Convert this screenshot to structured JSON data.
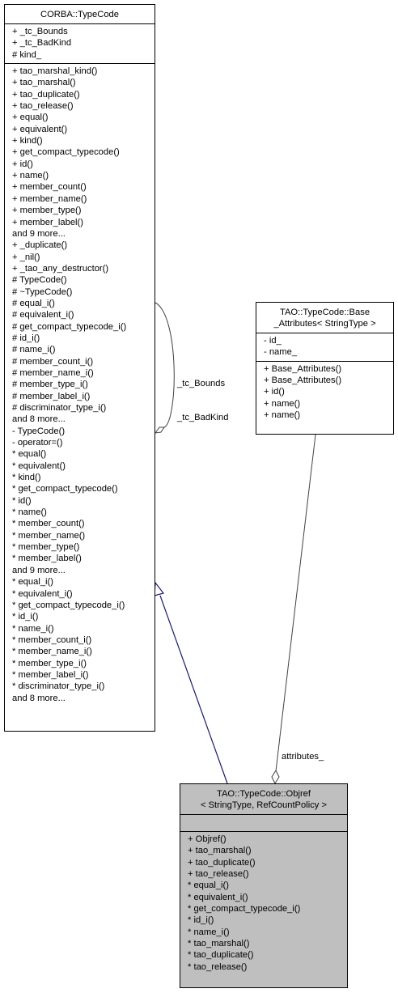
{
  "typecode": {
    "title": "CORBA::TypeCode",
    "attributes": [
      "+ _tc_Bounds",
      "+ _tc_BadKind",
      "# kind_"
    ],
    "methods": [
      "+ tao_marshal_kind()",
      "+ tao_marshal()",
      "+ tao_duplicate()",
      "+ tao_release()",
      "+ equal()",
      "+ equivalent()",
      "+ kind()",
      "+ get_compact_typecode()",
      "+ id()",
      "+ name()",
      "+ member_count()",
      "+ member_name()",
      "+ member_type()",
      "+ member_label()",
      "and 9 more...",
      "+ _duplicate()",
      "+ _nil()",
      "+ _tao_any_destructor()",
      "# TypeCode()",
      "# ~TypeCode()",
      "# equal_i()",
      "# equivalent_i()",
      "# get_compact_typecode_i()",
      "# id_i()",
      "# name_i()",
      "# member_count_i()",
      "# member_name_i()",
      "# member_type_i()",
      "# member_label_i()",
      "# discriminator_type_i()",
      "and 8 more...",
      "- TypeCode()",
      "- operator=()",
      "* equal()",
      "* equivalent()",
      "* kind()",
      "* get_compact_typecode()",
      "* id()",
      "* name()",
      "* member_count()",
      "* member_name()",
      "* member_type()",
      "* member_label()",
      "and 9 more...",
      "* equal_i()",
      "* equivalent_i()",
      "* get_compact_typecode_i()",
      "* id_i()",
      "* name_i()",
      "* member_count_i()",
      "* member_name_i()",
      "* member_type_i()",
      "* member_label_i()",
      "* discriminator_type_i()",
      "and 8 more..."
    ]
  },
  "base_attributes": {
    "title_line1": "TAO::TypeCode::Base",
    "title_line2": "_Attributes< StringType >",
    "attributes": [
      "- id_",
      "- name_"
    ],
    "methods": [
      "+ Base_Attributes()",
      "+ Base_Attributes()",
      "+ id()",
      "+ name()",
      "+ name()"
    ]
  },
  "objref": {
    "title_line1": "TAO::TypeCode::Objref",
    "title_line2": "< StringType, RefCountPolicy >",
    "methods": [
      "+ Objref()",
      "+ tao_marshal()",
      "+ tao_duplicate()",
      "+ tao_release()",
      "* equal_i()",
      "* equivalent_i()",
      "* get_compact_typecode_i()",
      "* id_i()",
      "* name_i()",
      "* tao_marshal()",
      "* tao_duplicate()",
      "* tao_release()"
    ]
  },
  "edges": {
    "self_label_line1": "_tc_Bounds",
    "self_label_line2": "_tc_BadKind",
    "attributes_label": "attributes_"
  },
  "colors": {
    "inheritance_edge": "#191970",
    "association_edge": "#404040",
    "highlight_box": "#bfbfbf"
  }
}
